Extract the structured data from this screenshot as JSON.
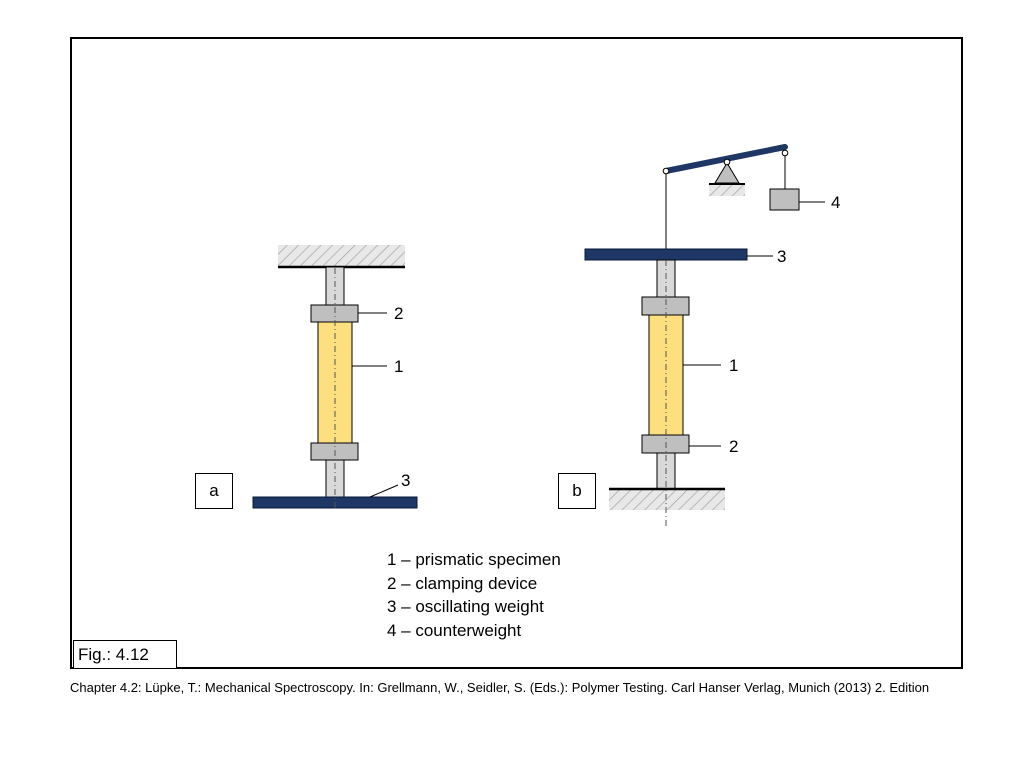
{
  "figure": {
    "caption": "Fig.: 4.12",
    "panel_a_label": "a",
    "panel_b_label": "b"
  },
  "callouts": {
    "a": [
      "2",
      "1",
      "3"
    ],
    "b": [
      "4",
      "3",
      "1",
      "2"
    ]
  },
  "legend": [
    "1 – prismatic specimen",
    "2 – clamping device",
    "3 – oscillating weight",
    "4 – counterweight"
  ],
  "source": "Chapter 4.2: Lüpke, T.: Mechanical Spectroscopy. In: Grellmann, W., Seidler, S. (Eds.): Polymer Testing. Carl Hanser Verlag, Munich (2013) 2. Edition",
  "colors": {
    "specimen": "#FDDF80",
    "clamp": "#BFBFBF",
    "rod": "#D9D9D9",
    "weight_bar": "#1F3764",
    "hatch": "#A6A6A6"
  }
}
